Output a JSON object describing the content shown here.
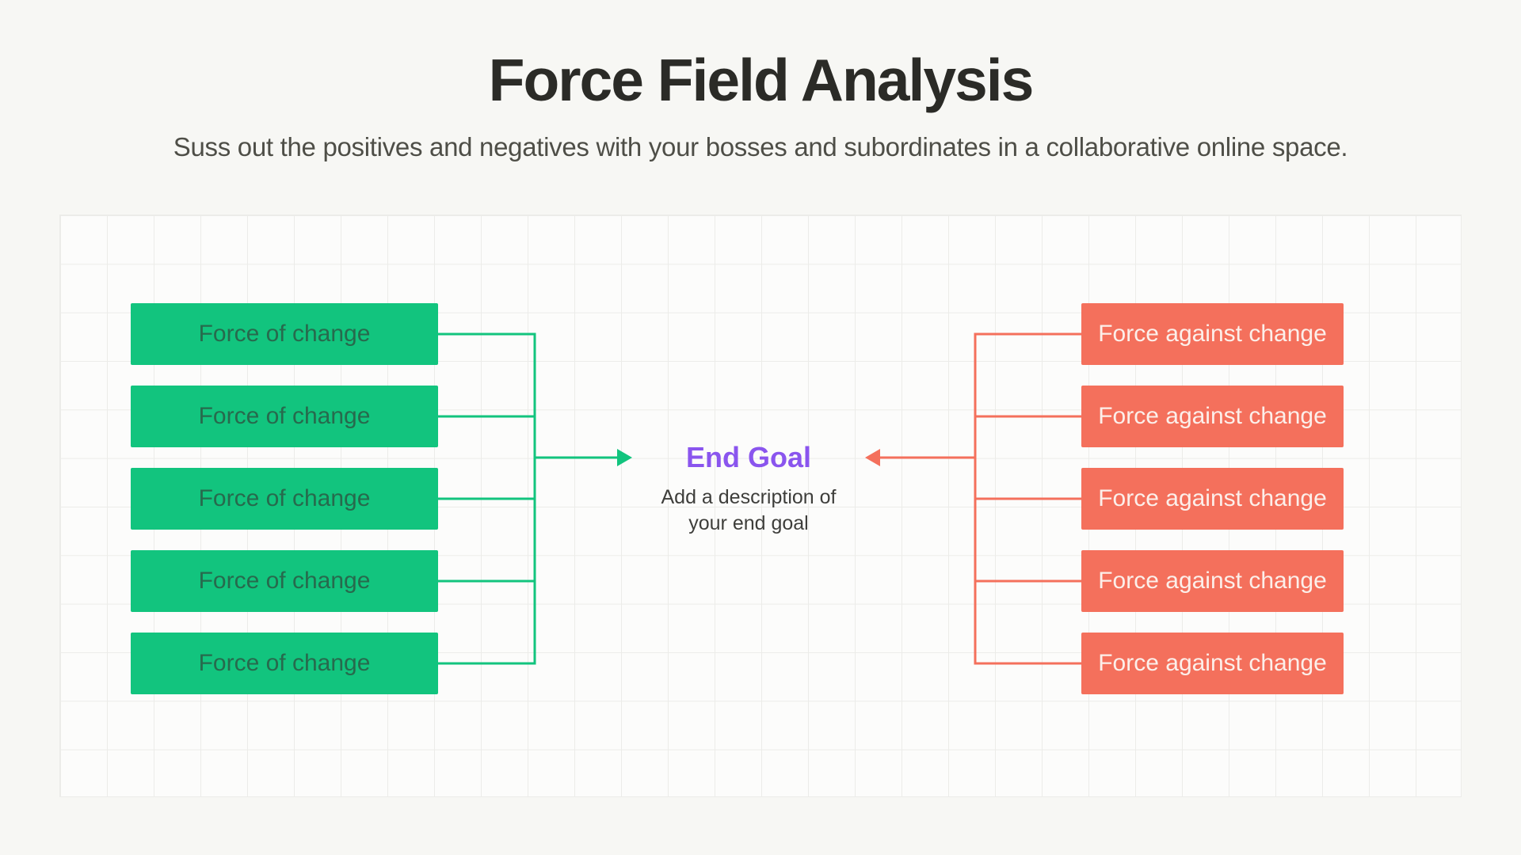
{
  "header": {
    "title": "Force Field Analysis",
    "subtitle": "Suss out the positives and negatives with your bosses and subordinates in a collaborative online space."
  },
  "diagram": {
    "driving_forces": {
      "items": [
        {
          "label": "Force of change"
        },
        {
          "label": "Force of change"
        },
        {
          "label": "Force of change"
        },
        {
          "label": "Force of change"
        },
        {
          "label": "Force of change"
        }
      ]
    },
    "restraining_forces": {
      "items": [
        {
          "label": "Force against change"
        },
        {
          "label": "Force against change"
        },
        {
          "label": "Force against change"
        },
        {
          "label": "Force against change"
        },
        {
          "label": "Force against change"
        }
      ]
    },
    "end_goal": {
      "title": "End Goal",
      "description": "Add a description of your end goal"
    },
    "colors": {
      "driving_force": "#12C47E",
      "driving_force_text": "#276A4D",
      "restraining_force": "#F4705C",
      "restraining_force_text": "#FCEFEA",
      "end_goal_title": "#8A55EE",
      "title_text": "#2B2B27",
      "grid_line": "#ECECE9"
    }
  }
}
